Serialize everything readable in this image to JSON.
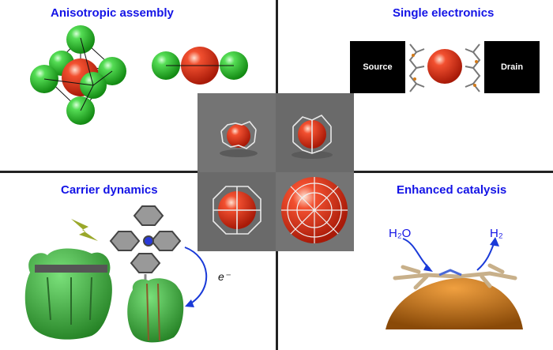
{
  "quadrants": {
    "top_left": {
      "title": "Anisotropic assembly"
    },
    "top_right": {
      "title": "Single electronics",
      "source_label": "Source",
      "drain_label": "Drain"
    },
    "bottom_left": {
      "title": "Carrier dynamics",
      "electron_label": "e⁻"
    },
    "bottom_right": {
      "title": "Enhanced catalysis",
      "reactant_label": "H₂O",
      "product_label": "H₂"
    }
  },
  "colors": {
    "title": "#1414e6",
    "divider": "#222222",
    "red_sphere": "#e83a1a",
    "green_sphere": "#33c433",
    "blue_arrow": "#1a3ad8",
    "gold_surface": "#c8720c"
  }
}
